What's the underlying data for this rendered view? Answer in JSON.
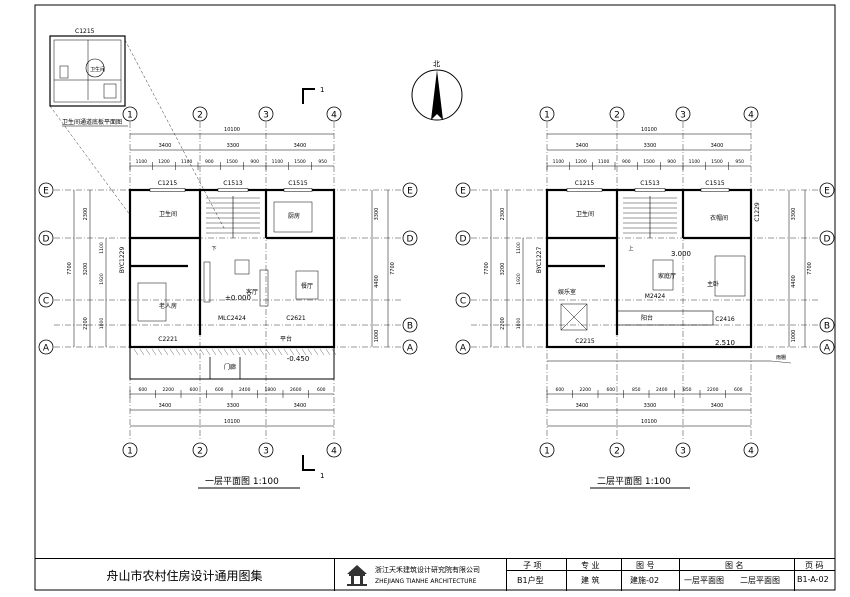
{
  "detail": {
    "window_label": "C1215",
    "room": "卫生间",
    "caption": "卫生间通道底板平面图"
  },
  "north": {
    "label": "北"
  },
  "section_marks": {
    "number": "1"
  },
  "plan1": {
    "title": "一层平面图 1:100",
    "total_dim": "10100",
    "top_dims": [
      "3400",
      "3300",
      "3400"
    ],
    "top_sub_dims": [
      "1100",
      "1200",
      "1100",
      "900",
      "1500",
      "900",
      "1100",
      "1500",
      "950"
    ],
    "bottom_sub_dims": [
      "600",
      "2200",
      "600",
      "600",
      "2400",
      "1800",
      "2600",
      "600"
    ],
    "left_total": "7700",
    "left_dims": [
      "2300",
      "3200",
      "2200"
    ],
    "left_sub_dims": [
      "1100",
      "1920",
      "1000"
    ],
    "right_dims": [
      "3300",
      "4400",
      "1000"
    ],
    "windows": [
      "C1215",
      "C1513",
      "C1515",
      "C2221",
      "C2621",
      "BYC1229"
    ],
    "door": "MLC2424",
    "rooms": {
      "bath": "卫生间",
      "kitchen": "厨房",
      "elder": "老人房",
      "living": "客厅",
      "dining": "餐厅",
      "platform": "平台",
      "porch": "门廊"
    },
    "elev_main": "±0.000",
    "elev_low": "-0.450",
    "dn": "下"
  },
  "plan2": {
    "title": "二层平面图 1:100",
    "total_dim": "10100",
    "top_dims": [
      "3400",
      "3300",
      "3400"
    ],
    "top_sub_dims": [
      "1100",
      "1200",
      "1100",
      "900",
      "1500",
      "900",
      "1100",
      "1500",
      "950"
    ],
    "bottom_sub_dims": [
      "600",
      "2200",
      "600",
      "850",
      "2400",
      "850",
      "2200",
      "600"
    ],
    "left_total": "7700",
    "left_dims": [
      "2300",
      "3200",
      "2200"
    ],
    "left_sub_dims": [
      "1100",
      "1920",
      "1000"
    ],
    "right_dims": [
      "3300",
      "4400",
      "1000"
    ],
    "windows": [
      "C1215",
      "C1513",
      "C1515",
      "C1229",
      "C2215",
      "BYC1227"
    ],
    "door": "M2424",
    "room_c": "C2416",
    "rooms": {
      "bath": "卫生间",
      "wardrobe": "衣帽间",
      "family": "家庭厅",
      "master": "主卧",
      "leisure": "娱乐室",
      "balcony": "阳台"
    },
    "elev_main": "3.000",
    "elev_low": "2.510",
    "eave": "雨棚",
    "up": "上"
  },
  "axes": {
    "cols": [
      "1",
      "2",
      "3",
      "4"
    ],
    "rows": [
      "E",
      "D",
      "C",
      "B",
      "A"
    ]
  },
  "title_block": {
    "project": "舟山市农村住房设计通用图集",
    "company": "浙江天禾建筑设计研究院有限公司",
    "company_sub": "ZHEJIANG TIANHE ARCHITECTURE",
    "headers": [
      "子 项",
      "专 业",
      "图 号",
      "图 名",
      "页 码"
    ],
    "values": [
      "B1户型",
      "建 筑",
      "建施-02",
      "一层平面图",
      "二层平面图",
      "B1-A-02"
    ]
  },
  "colors": {
    "line": "#000000",
    "paper": "#ffffff"
  }
}
